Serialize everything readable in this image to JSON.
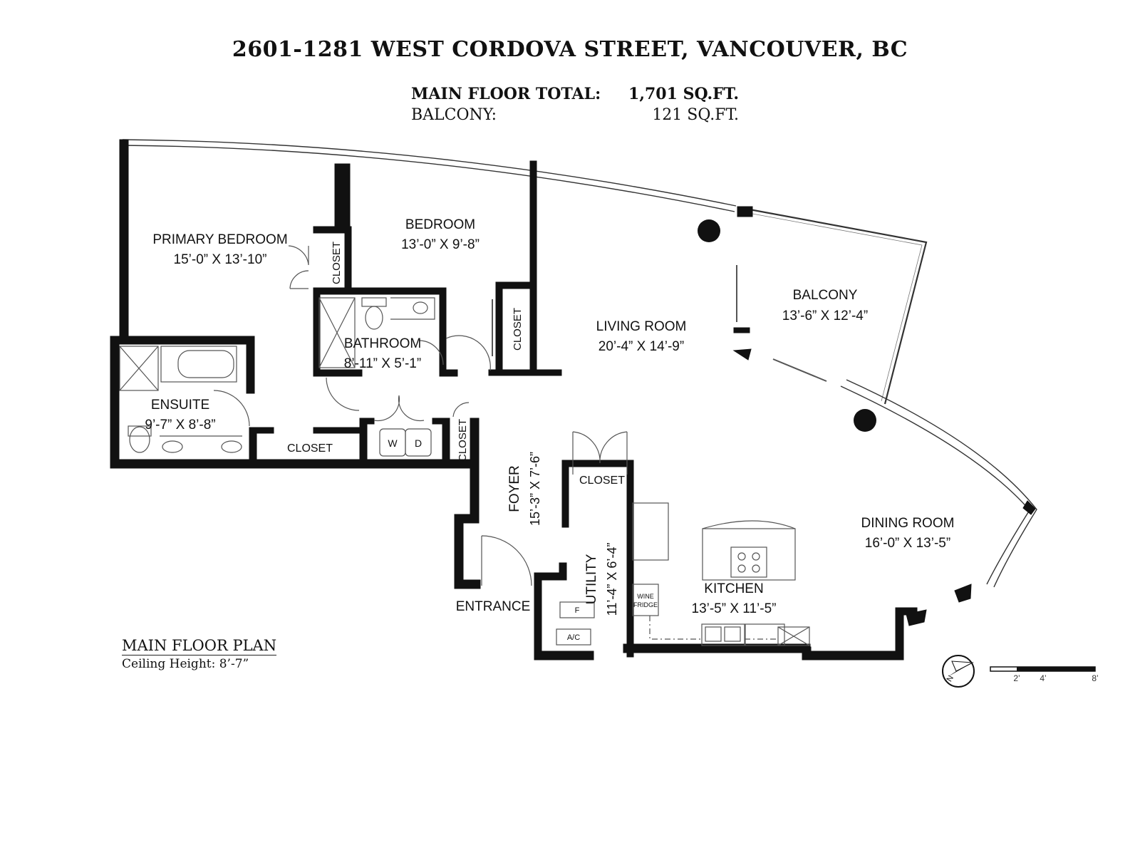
{
  "address": "2601-1281 WEST CORDOVA STREET, VANCOUVER, BC",
  "areas": {
    "main_label": "MAIN FLOOR TOTAL:",
    "main_value": "1,701 SQ.FT.",
    "balcony_label": "BALCONY:",
    "balcony_value": "121 SQ.FT."
  },
  "rooms": {
    "primary_bedroom": {
      "name": "PRIMARY BEDROOM",
      "dims": "15’-0” X 13’-10”"
    },
    "bedroom": {
      "name": "BEDROOM",
      "dims": "13’-0” X 9’-8”"
    },
    "living_room": {
      "name": "LIVING ROOM",
      "dims": "20’-4” X 14’-9”"
    },
    "balcony": {
      "name": "BALCONY",
      "dims": "13’-6” X 12’-4”"
    },
    "bathroom": {
      "name": "BATHROOM",
      "dims": "8’-11” X 5’-1”"
    },
    "ensuite": {
      "name": "ENSUITE",
      "dims": "9’-7” X 8’-8”"
    },
    "dining_room": {
      "name": "DINING ROOM",
      "dims": "16’-0” X 13’-5”"
    },
    "kitchen": {
      "name": "KITCHEN",
      "dims": "13’-5” X 11’-5”"
    },
    "foyer": {
      "name": "FOYER",
      "dims": "15’-3” X 7’-6”"
    },
    "utility": {
      "name": "UTILITY",
      "dims": "11’-4” X 6’-4”"
    }
  },
  "labels": {
    "closet": "CLOSET",
    "entrance": "ENTRANCE",
    "washer": "W",
    "dryer": "D",
    "furnace": "F",
    "ac": "A/C",
    "wine_1": "WINE",
    "wine_2": "FRIDGE"
  },
  "scale_ticks": [
    "2’",
    "4’",
    "8’"
  ],
  "legend": {
    "title": "MAIN FLOOR PLAN",
    "ceiling": "Ceiling Height: 8’-7”"
  },
  "colors": {
    "wall": "#111111",
    "text": "#111111",
    "fixture": "#555555"
  }
}
